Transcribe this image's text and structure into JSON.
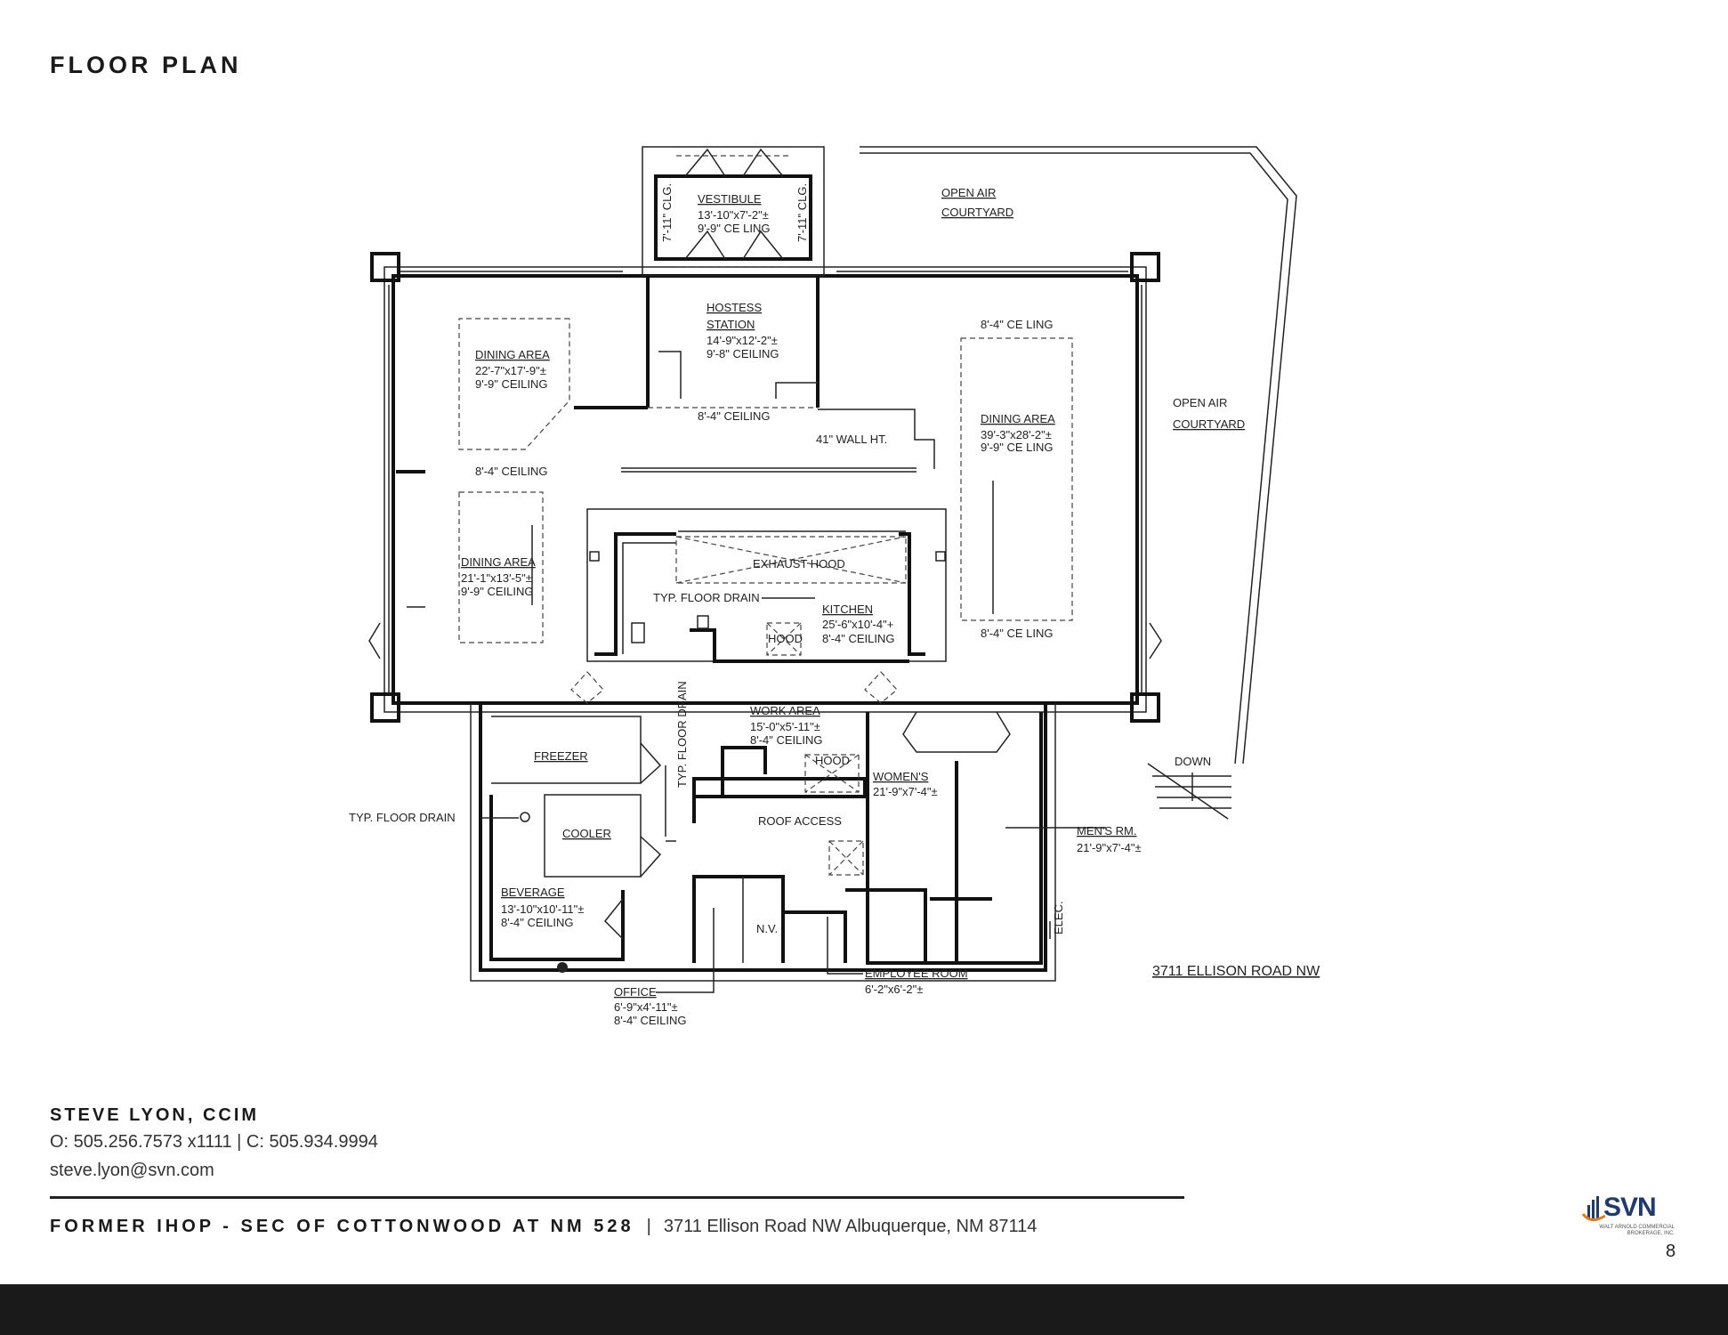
{
  "page": {
    "title": "FLOOR PLAN",
    "page_number": "8"
  },
  "plan": {
    "vestibule": {
      "name": "VESTIBULE",
      "dims": "13'-10\"x7'-2\"±",
      "ceiling": "9'-9\" CE LING",
      "side_clg": "7'-11\" CLG."
    },
    "hostess": {
      "name1": "HOSTESS",
      "name2": "STATION",
      "dims": "14'-9\"x12'-2\"±",
      "ceiling": "9'-8\" CEILING"
    },
    "courtyard_top": {
      "line1": "OPEN AIR",
      "line2": "COURTYARD"
    },
    "courtyard_right": {
      "line1": "OPEN AIR",
      "line2": "COURTYARD"
    },
    "dining_nw": {
      "name": "DINING AREA",
      "dims": "22'-7\"x17'-9\"±",
      "ceiling": "9'-9\" CEILING"
    },
    "dining_sw": {
      "name": "DINING AREA",
      "dims": "21'-1\"x13'-5\"±",
      "ceiling": "9'-9\" CEILING"
    },
    "dining_e": {
      "name": "DINING AREA",
      "dims": "39'-3\"x28'-2\"±",
      "ceiling": "9'-9\" CE LING"
    },
    "kitchen": {
      "name": "KITCHEN",
      "dims": "25'-6\"x10'-4\"+",
      "ceiling": "8'-4\" CEILING",
      "exhaust": "EXHAUST HOOD",
      "hood": "HOOD"
    },
    "work_area": {
      "name": "WORK AREA",
      "dims": "15'-0\"x5'-11\"±",
      "ceiling": "8'-4\" CEILING",
      "hood": "HOOD"
    },
    "womens": {
      "name": "WOMEN'S",
      "dims": "21'-9\"x7'-4\"±"
    },
    "mens": {
      "name": "MEN'S RM.",
      "dims": "21'-9\"x7'-4\"±"
    },
    "freezer": "FREEZER",
    "cooler": "COOLER",
    "beverage": {
      "name": "BEVERAGE",
      "dims": "13'-10\"x10'-11\"±",
      "ceiling": "8'-4\" CEILING"
    },
    "office": {
      "name": "OFFICE",
      "dims": "6'-9\"x4'-11\"±",
      "ceiling": "8'-4\" CEILING"
    },
    "employee": {
      "name": "EMPLOYEE ROOM",
      "dims": "6'-2\"x6'-2\"±"
    },
    "roof_access": "ROOF ACCESS",
    "nv": "N.V.",
    "elec": "ELEC.",
    "down": "DOWN",
    "notes": {
      "ceiling_hostess_bottom": "8'-4\" CEILING",
      "wall_ht": "41\" WALL HT.",
      "ceiling_west": "8'-4\" CEILING",
      "ceiling_ne": "8'-4\" CE LING",
      "ceiling_se": "8'-4\" CE LING",
      "floor_drain_kitchen": "TYP. FLOOR DRAIN",
      "floor_drain_vertical": "TYP. FLOOR DRAIN",
      "floor_drain_left": "TYP. FLOOR DRAIN"
    },
    "address": "3711 ELLISON ROAD NW"
  },
  "footer": {
    "agent_name": "STEVE LYON, CCIM",
    "phones": "O: 505.256.7573 x1111 | C: 505.934.9994",
    "email": "steve.lyon@svn.com",
    "property": "FORMER IHOP - SEC OF COTTONWOOD AT NM 528",
    "separator": "|",
    "address": "3711 Ellison Road NW Albuquerque, NM 87114",
    "logo_text": "SVN",
    "logo_sub": "WALT ARNOLD COMMERCIAL BROKERAGE, INC."
  },
  "colors": {
    "logo_blue": "#1f3a6e",
    "logo_orange": "#e07a1f",
    "bottom_bar": "#1a1a1a"
  }
}
